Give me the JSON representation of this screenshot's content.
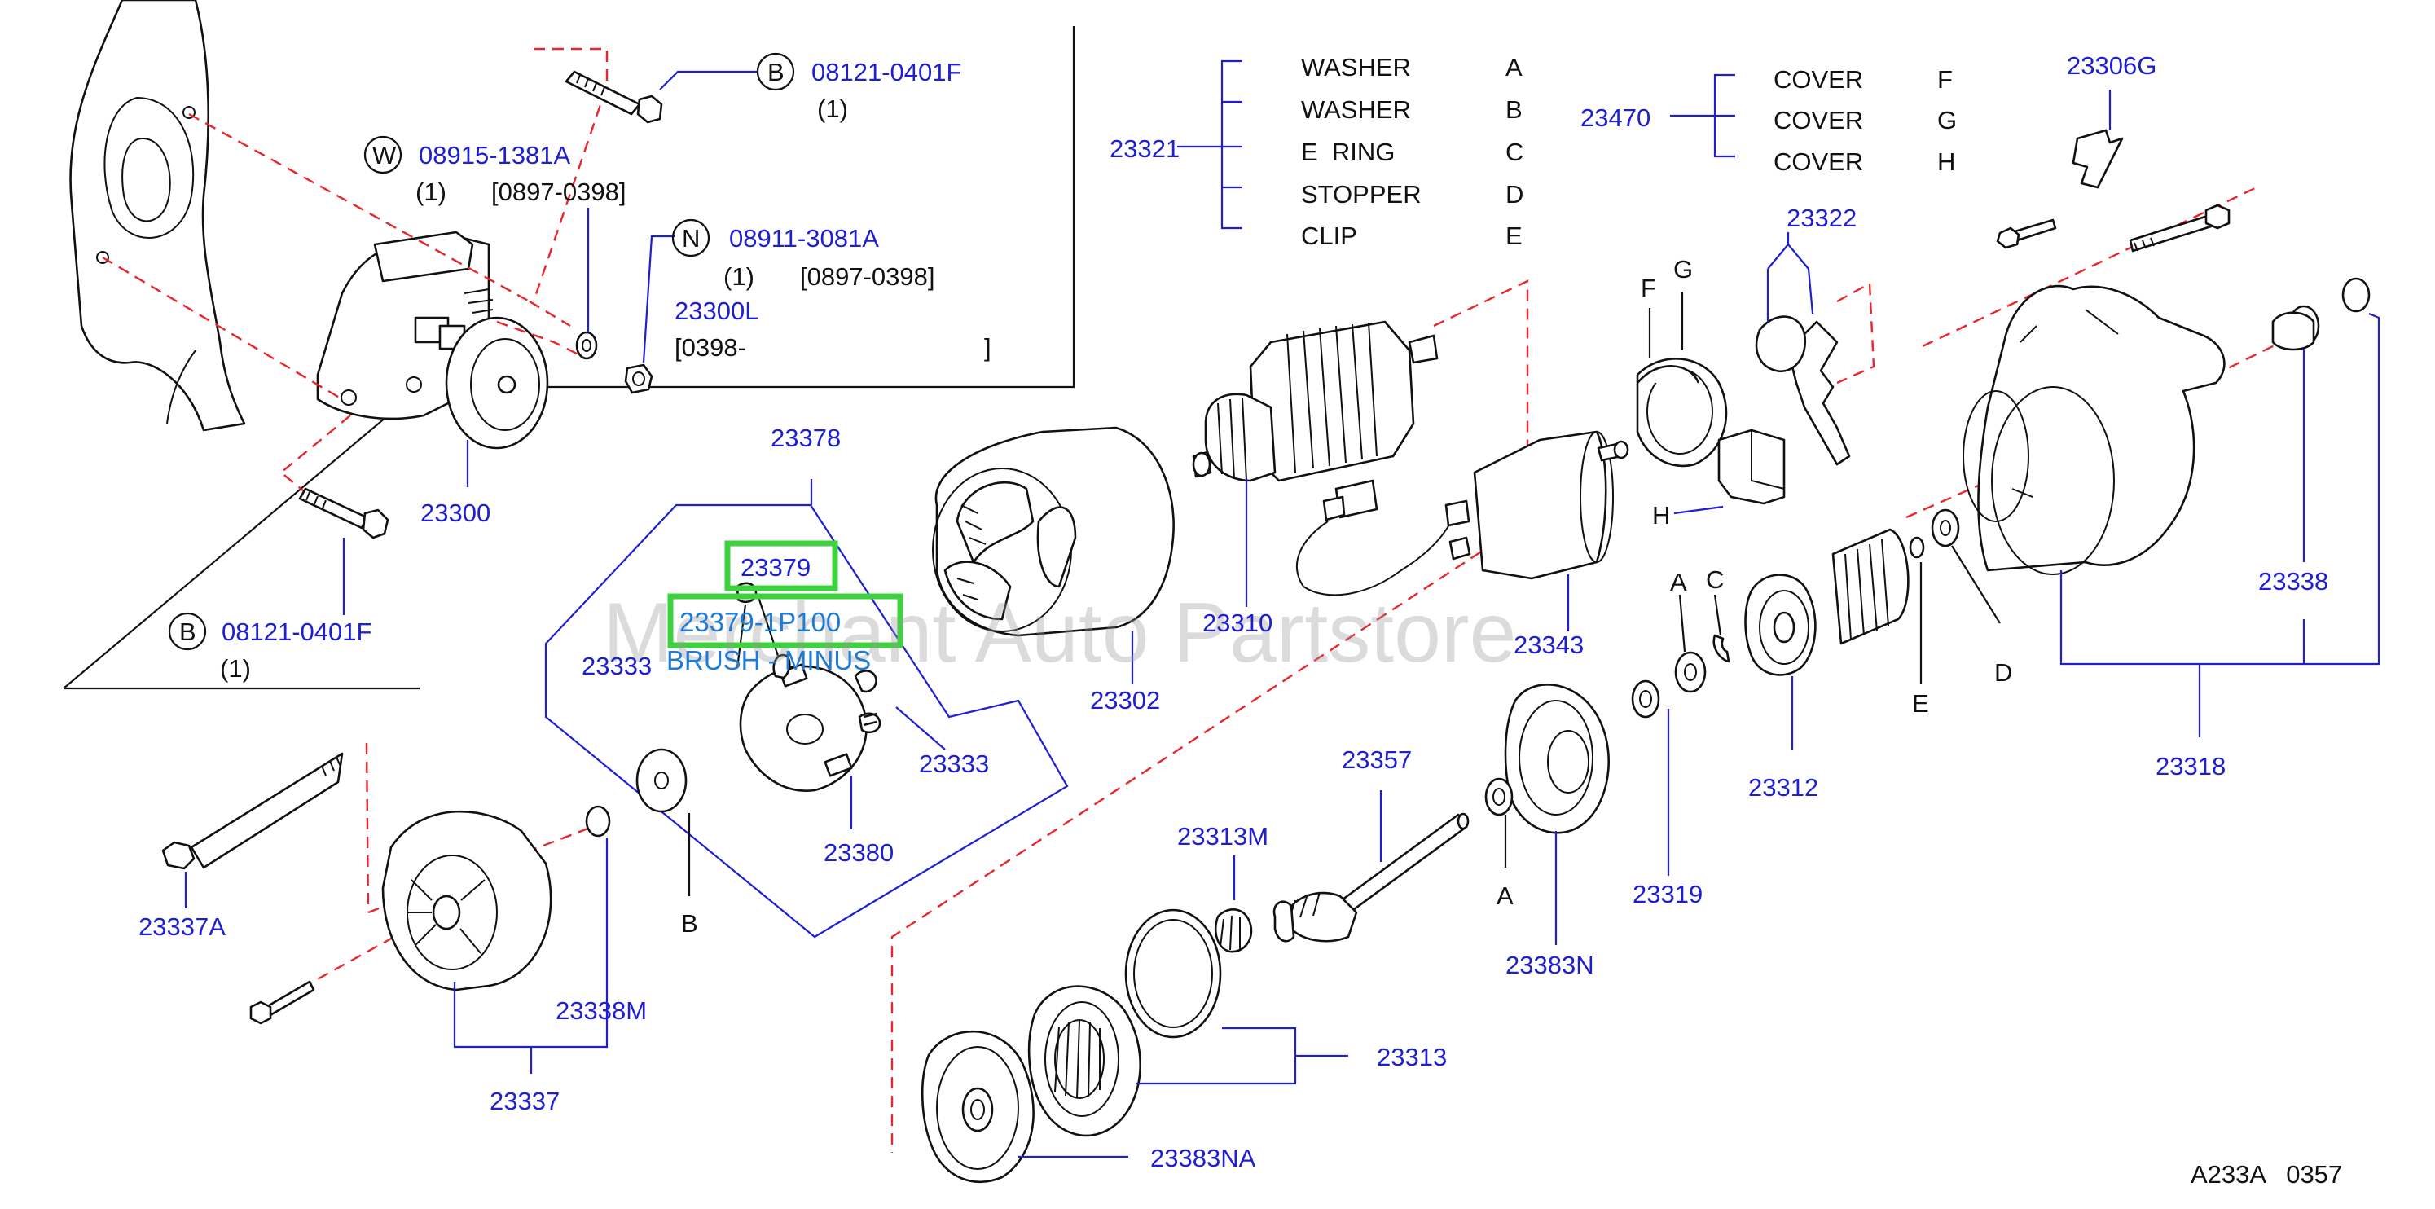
{
  "diagram": {
    "part_numbers": [
      "08121-0401F",
      "08915-1381A",
      "08911-3081A",
      "23300L",
      "23300",
      "08121-0401F",
      "23378",
      "23379",
      "23379-1P100",
      "23333",
      "23333",
      "23380",
      "23337A",
      "23337",
      "23338M",
      "23302",
      "23310",
      "23343",
      "23321",
      "23470",
      "23306G",
      "23322",
      "23357",
      "23313M",
      "23313",
      "23383NA",
      "23383N",
      "23319",
      "23312",
      "23318",
      "23338"
    ],
    "callouts": {
      "b_top": "B",
      "w": "W",
      "n": "N",
      "b_bottom": "B"
    },
    "quantities": {
      "q1": "(1)",
      "q2": "(1)",
      "q3": "(1)",
      "q4": "(1)"
    },
    "date_ranges": {
      "r1": "[0897-0398]",
      "r2": "[0897-0398]",
      "r3_open": "[0398-",
      "r3_close": "]"
    },
    "legend_23321": {
      "items": [
        {
          "name": "WASHER",
          "code": "A"
        },
        {
          "name": "WASHER",
          "code": "B"
        },
        {
          "name": "E  RING",
          "code": "C"
        },
        {
          "name": "STOPPER",
          "code": "D"
        },
        {
          "name": "CLIP",
          "code": "E"
        }
      ]
    },
    "legend_23470": {
      "items": [
        {
          "name": "COVER",
          "code": "F"
        },
        {
          "name": "COVER",
          "code": "G"
        },
        {
          "name": "COVER",
          "code": "H"
        }
      ]
    },
    "letter_labels": [
      "F",
      "G",
      "H",
      "A",
      "C",
      "E",
      "D",
      "A",
      "B"
    ],
    "description": "BRUSH - MINUS",
    "watermark": "Merchant Auto Partstore",
    "figure_code": "A233A   0357"
  },
  "colors": {
    "part_number": "#1e1ed2",
    "dashed_guide": "#e8262b",
    "highlight": "#3fd23f",
    "text": "#111111"
  }
}
